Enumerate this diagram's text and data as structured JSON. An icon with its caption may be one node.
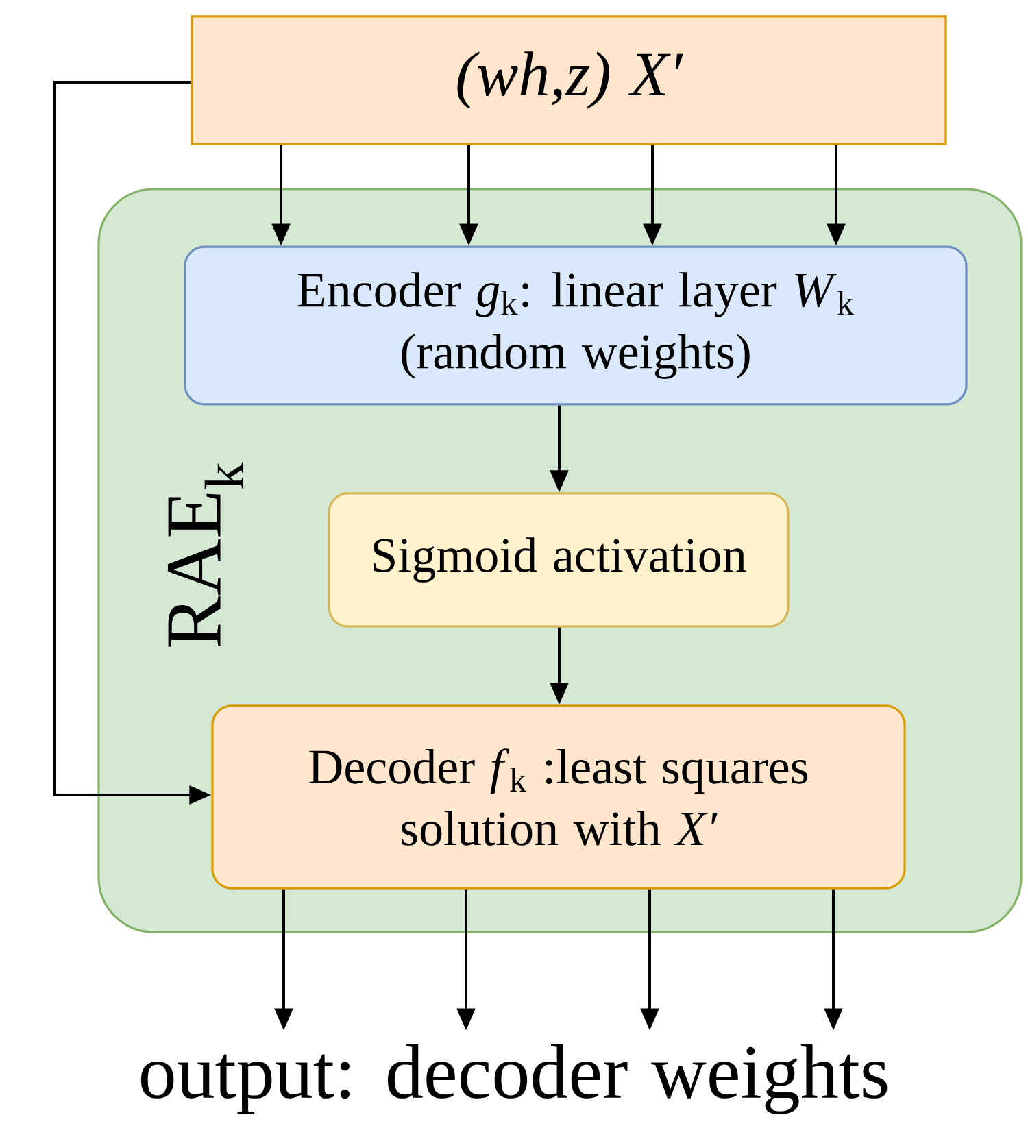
{
  "diagram": {
    "nodes": [
      {
        "text": [
          "(wh,z) X′"
        ]
      },
      {
        "text": [
          "RAE$_{k}$"
        ]
      },
      {
        "text": [
          "Encoder *g*$_{k}$: linear layer *W*$_{k}$ (random weights)"
        ],
        "in": 1
      },
      {
        "text": [
          "Sigmoid activation"
        ],
        "in": 1
      },
      {
        "text": [
          "Decoder *f*$_{k}$ :least squares solution with *X′*"
        ],
        "in": 1
      },
      {
        "text": [
          "output: decoder weights"
        ]
      }
    ],
    "edges": [
      {
        "from": 0,
        "to": 2,
        "arrow": "to"
      },
      {
        "from": 0,
        "to": 2,
        "arrow": "to"
      },
      {
        "from": 0,
        "to": 2,
        "arrow": "to"
      },
      {
        "from": 0,
        "to": 2,
        "arrow": "to"
      },
      {
        "from": 2,
        "to": 3,
        "arrow": "to"
      },
      {
        "from": 3,
        "to": 4,
        "arrow": "to"
      },
      {
        "from": 0,
        "to": 4,
        "arrow": "to"
      },
      {
        "from": 4,
        "to": 5,
        "arrow": "to"
      },
      {
        "from": 4,
        "to": 5,
        "arrow": "to"
      },
      {
        "from": 4,
        "to": 5,
        "arrow": "to"
      },
      {
        "from": 4,
        "to": 5,
        "arrow": "to"
      }
    ]
  }
}
